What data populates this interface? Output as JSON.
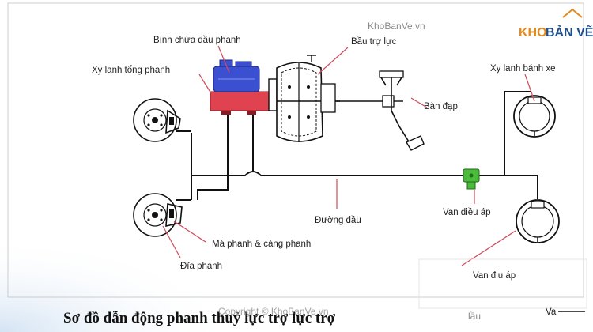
{
  "watermark_top": "KhoBanVe.vn",
  "logo": {
    "part1": "KHO",
    "part2": "BẢN VẼ"
  },
  "labels": {
    "reservoir": "Bình chứa dầu phanh",
    "booster": "Bầu trợ lực",
    "master_cylinder": "Xy lanh tổng phanh",
    "wheel_cylinder": "Xy lanh bánh xe",
    "pedal": "Bàn đạp",
    "oil_line": "Đường dầu",
    "pressure_valve": "Van điều áp",
    "pads_caliper": "Má phanh & càng phanh",
    "disc": "Đĩa phanh",
    "pressure_valve_2": "Van điu áp",
    "fragment_lau": "lầu",
    "fragment_va": "Va"
  },
  "caption": "Sơ đồ dẫn động phanh thuỷ lực trợ lực trợ",
  "copyright": "Copyright © KhoBanVe.vn",
  "colors": {
    "reservoir": "#3b4fd1",
    "master_cylinder": "#e0434f",
    "valve": "#4cbb3c",
    "leader": "#d04a5a",
    "logo_orange": "#e38a1e",
    "logo_blue": "#1f4f8a",
    "glow": "#dbe8f5"
  }
}
